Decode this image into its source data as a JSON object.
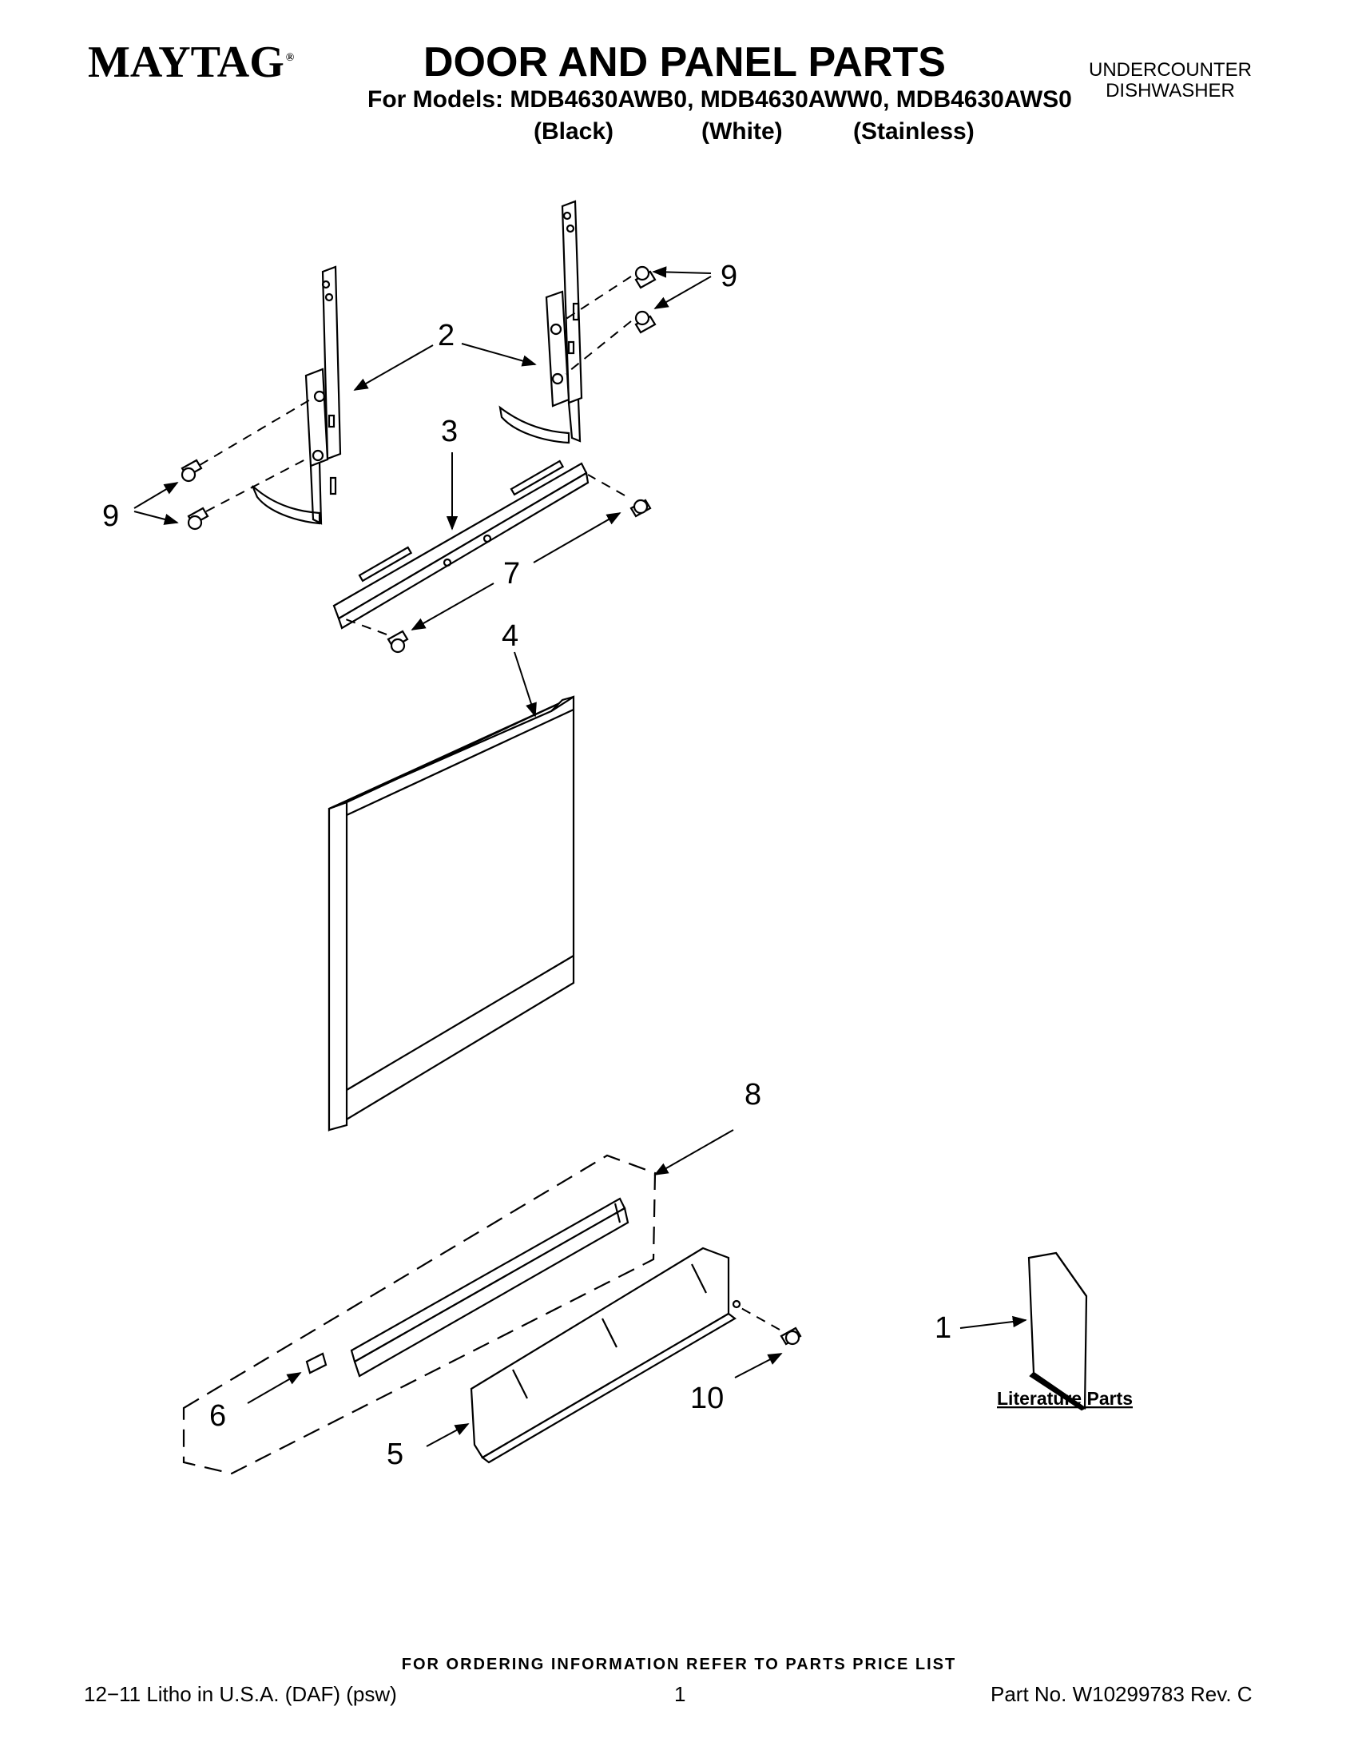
{
  "header": {
    "brand": "MAYTAG",
    "title": "DOOR AND PANEL PARTS",
    "models_line": "For Models: MDB4630AWB0, MDB4630AWW0, MDB4630AWS0",
    "variants": [
      "(Black)",
      "(White)",
      "(Stainless)"
    ],
    "category_line1": "UNDERCOUNTER",
    "category_line2": "DISHWASHER"
  },
  "diagram": {
    "callouts": {
      "c1": "1",
      "c2": "2",
      "c3": "3",
      "c4": "4",
      "c5": "5",
      "c6": "6",
      "c7": "7",
      "c8": "8",
      "c9a": "9",
      "c9b": "9",
      "c10": "10"
    },
    "literature_label": "Literature Parts"
  },
  "footer": {
    "ordering_note": "FOR ORDERING INFORMATION REFER TO PARTS PRICE LIST",
    "litho": "12−11 Litho in U.S.A. (DAF) (psw)",
    "page": "1",
    "part_no": "Part No. W10299783 Rev. C"
  }
}
